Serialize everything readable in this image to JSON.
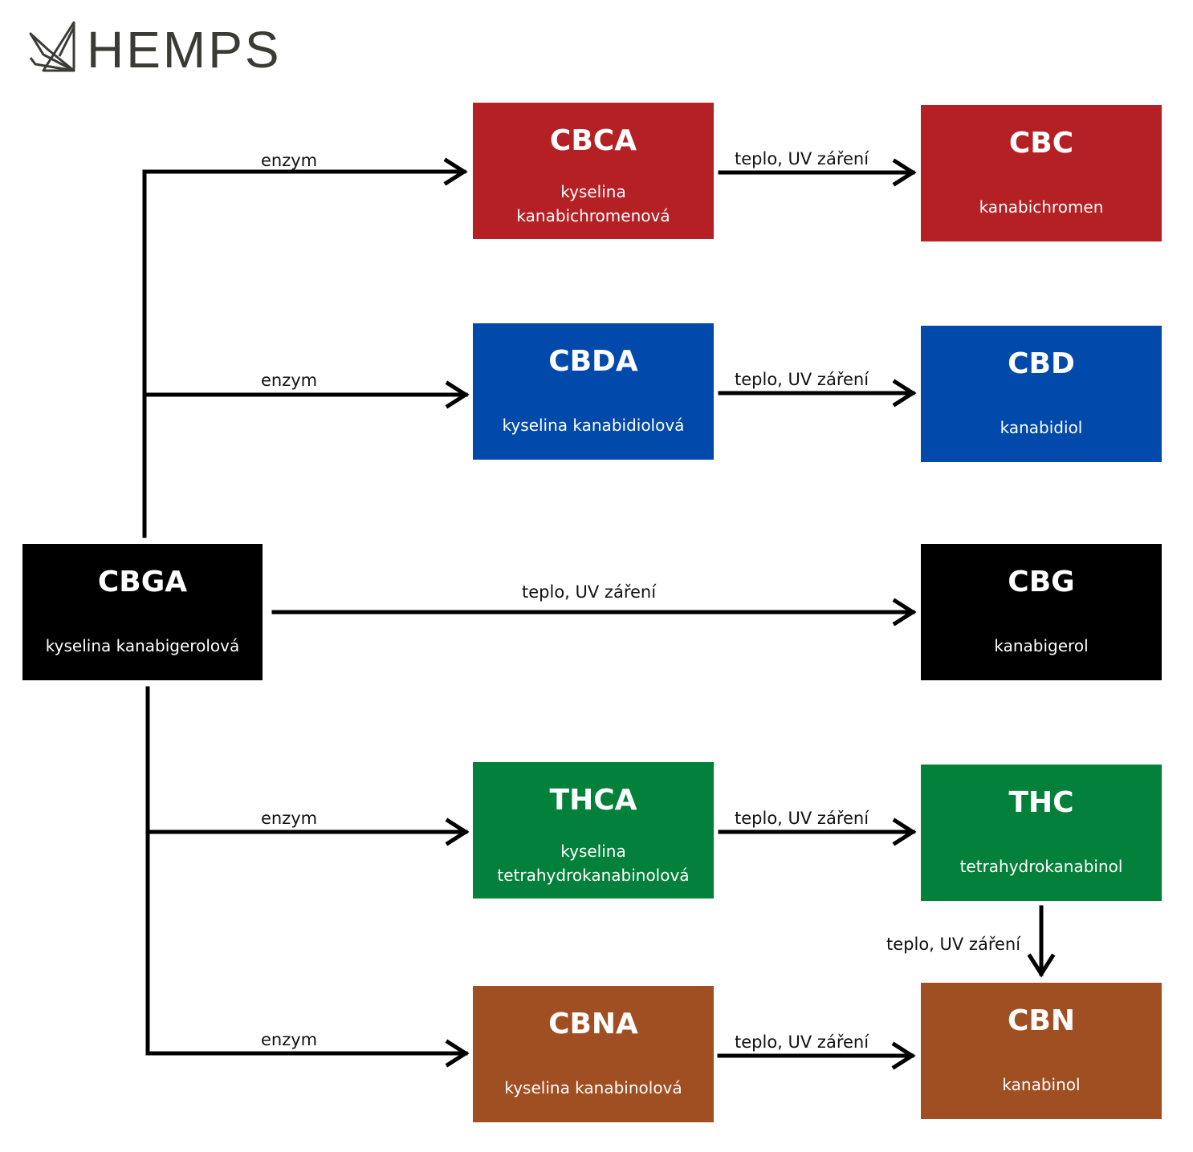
{
  "brand": {
    "name": "HEMPS",
    "logo_icon": "hemp-leaf-icon"
  },
  "colors": {
    "red": "#b52025",
    "blue": "#0249ac",
    "black": "#000000",
    "green": "#03803a",
    "brown": "#a04f22",
    "arrow": "#000000"
  },
  "nodes": {
    "cbga": {
      "abbr": "CBGA",
      "name": "kyselina kanabigerolová"
    },
    "cbca": {
      "abbr": "CBCA",
      "name_line1": "kyselina",
      "name_line2": "kanabichromenová"
    },
    "cbc": {
      "abbr": "CBC",
      "name": "kanabichromen"
    },
    "cbda": {
      "abbr": "CBDA",
      "name": "kyselina kanabidiolová"
    },
    "cbd": {
      "abbr": "CBD",
      "name": "kanabidiol"
    },
    "cbg": {
      "abbr": "CBG",
      "name": "kanabigerol"
    },
    "thca": {
      "abbr": "THCA",
      "name_line1": "kyselina",
      "name_line2": "tetrahydrokanabinolová"
    },
    "thc": {
      "abbr": "THC",
      "name": "tetrahydrokanabinol"
    },
    "cbna": {
      "abbr": "CBNA",
      "name": "kyselina kanabinolová"
    },
    "cbn": {
      "abbr": "CBN",
      "name": "kanabinol"
    }
  },
  "edges": {
    "enzym": "enzym",
    "heat_uv": "teplo, UV záření"
  }
}
